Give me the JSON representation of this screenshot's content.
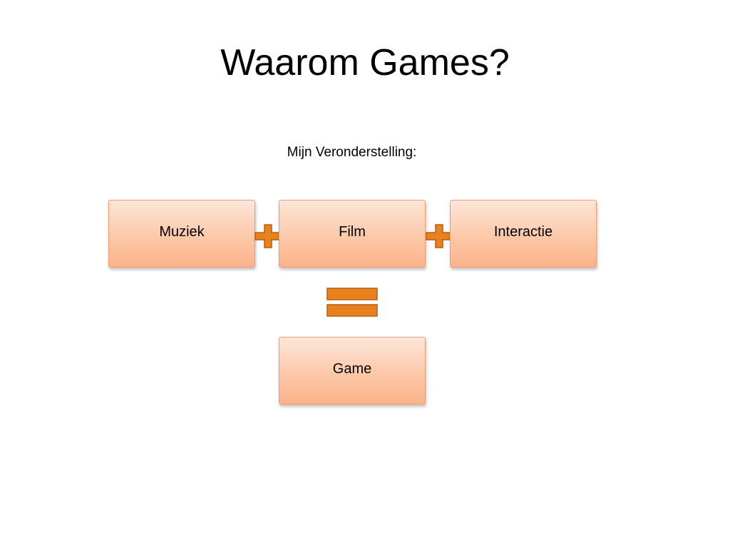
{
  "slide": {
    "title": "Waarom Games?",
    "subtitle": "Mijn Veronderstelling:"
  },
  "diagram": {
    "inputs": [
      "Muziek",
      "Film",
      "Interactie"
    ],
    "result": "Game",
    "operators": [
      "plus",
      "plus",
      "equals"
    ]
  },
  "colors": {
    "box_top": "#fde6da",
    "box_bottom": "#fbb28a",
    "box_border": "#f0a070",
    "operator_fill": "#e8811e",
    "operator_stroke": "#b85d10"
  },
  "icons": [
    "plus-icon",
    "plus-icon",
    "equals-icon"
  ]
}
